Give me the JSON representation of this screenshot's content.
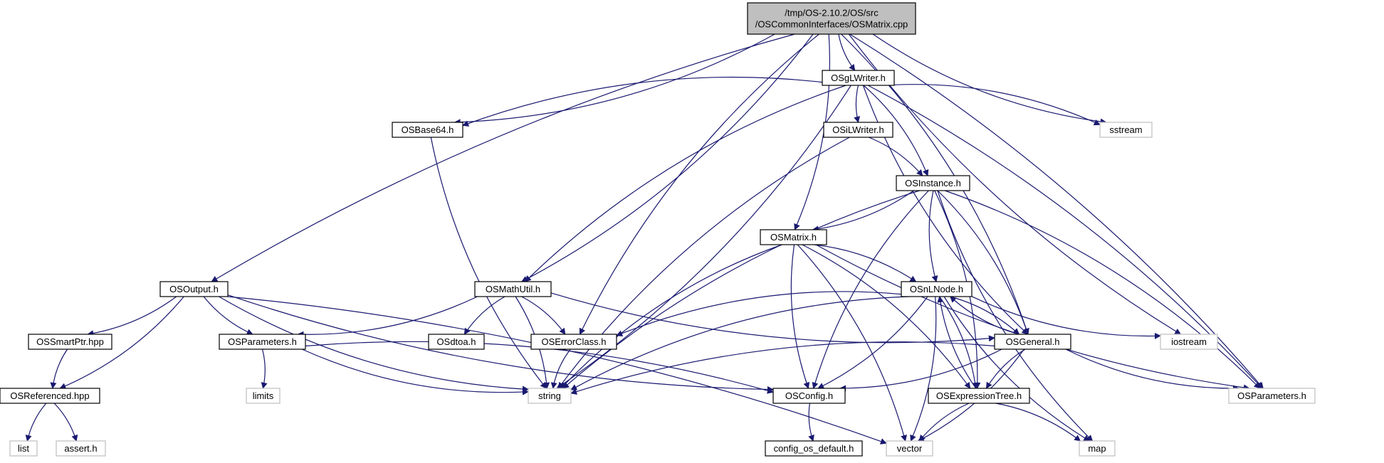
{
  "graph": {
    "colors": {
      "edge": "#191970",
      "node_border": "#000000",
      "node_border_external": "#bfbfbf",
      "root_fill": "#bfbfbf",
      "node_fill": "#ffffff"
    },
    "nodes": [
      {
        "id": "root",
        "label": "/tmp/OS-2.10.2/OS/src\n/OSCommonInterfaces/OSMatrix.cpp",
        "kind": "root"
      },
      {
        "id": "OSgLWriter_h",
        "label": "OSgLWriter.h",
        "kind": "internal"
      },
      {
        "id": "OSBase64_h",
        "label": "OSBase64.h",
        "kind": "internal"
      },
      {
        "id": "sstream",
        "label": "sstream",
        "kind": "external"
      },
      {
        "id": "OSiLWriter_h",
        "label": "OSiLWriter.h",
        "kind": "internal"
      },
      {
        "id": "OSInstance_h",
        "label": "OSInstance.h",
        "kind": "internal"
      },
      {
        "id": "OSMatrix_h",
        "label": "OSMatrix.h",
        "kind": "internal"
      },
      {
        "id": "OSOutput_h",
        "label": "OSOutput.h",
        "kind": "internal"
      },
      {
        "id": "OSMathUtil_h",
        "label": "OSMathUtil.h",
        "kind": "internal"
      },
      {
        "id": "OSnLNode_h",
        "label": "OSnLNode.h",
        "kind": "internal"
      },
      {
        "id": "OSSmartPtr_hpp",
        "label": "OSSmartPtr.hpp",
        "kind": "internal"
      },
      {
        "id": "OSParameters_h_l",
        "label": "OSParameters.h",
        "kind": "internal"
      },
      {
        "id": "OSdtoa_h",
        "label": "OSdtoa.h",
        "kind": "internal"
      },
      {
        "id": "OSErrorClass_h",
        "label": "OSErrorClass.h",
        "kind": "internal"
      },
      {
        "id": "OSGeneral_h",
        "label": "OSGeneral.h",
        "kind": "internal"
      },
      {
        "id": "iostream",
        "label": "iostream",
        "kind": "external"
      },
      {
        "id": "OSParameters_h_r",
        "label": "OSParameters.h",
        "kind": "external"
      },
      {
        "id": "OSReferenced_hpp",
        "label": "OSReferenced.hpp",
        "kind": "internal"
      },
      {
        "id": "limits",
        "label": "limits",
        "kind": "external"
      },
      {
        "id": "string",
        "label": "string",
        "kind": "external"
      },
      {
        "id": "OSConfig_h",
        "label": "OSConfig.h",
        "kind": "internal"
      },
      {
        "id": "OSExpressionTree_h",
        "label": "OSExpressionTree.h",
        "kind": "internal"
      },
      {
        "id": "list",
        "label": "list",
        "kind": "external"
      },
      {
        "id": "assert_h",
        "label": "assert.h",
        "kind": "external"
      },
      {
        "id": "config_os_default_h",
        "label": "config_os_default.h",
        "kind": "internal"
      },
      {
        "id": "vector",
        "label": "vector",
        "kind": "external"
      },
      {
        "id": "map",
        "label": "map",
        "kind": "external"
      }
    ],
    "edges": [
      [
        "root",
        "OSgLWriter_h"
      ],
      [
        "root",
        "OSBase64_h"
      ],
      [
        "root",
        "sstream"
      ],
      [
        "root",
        "OSMatrix_h"
      ],
      [
        "root",
        "OSOutput_h"
      ],
      [
        "root",
        "OSMathUtil_h"
      ],
      [
        "root",
        "OSErrorClass_h"
      ],
      [
        "root",
        "OSGeneral_h"
      ],
      [
        "root",
        "iostream"
      ],
      [
        "root",
        "OSParameters_h_r"
      ],
      [
        "OSgLWriter_h",
        "OSBase64_h"
      ],
      [
        "OSgLWriter_h",
        "sstream"
      ],
      [
        "OSgLWriter_h",
        "OSiLWriter_h"
      ],
      [
        "OSgLWriter_h",
        "OSInstance_h"
      ],
      [
        "OSgLWriter_h",
        "OSMathUtil_h"
      ],
      [
        "OSgLWriter_h",
        "string"
      ],
      [
        "OSgLWriter_h",
        "OSGeneral_h"
      ],
      [
        "OSgLWriter_h",
        "OSParameters_h_r"
      ],
      [
        "OSBase64_h",
        "string"
      ],
      [
        "OSiLWriter_h",
        "OSInstance_h"
      ],
      [
        "OSiLWriter_h",
        "string"
      ],
      [
        "OSInstance_h",
        "OSMatrix_h"
      ],
      [
        "OSInstance_h",
        "OSnLNode_h"
      ],
      [
        "OSInstance_h",
        "OSGeneral_h"
      ],
      [
        "OSInstance_h",
        "OSConfig_h"
      ],
      [
        "OSInstance_h",
        "OSExpressionTree_h"
      ],
      [
        "OSInstance_h",
        "string"
      ],
      [
        "OSInstance_h",
        "OSParameters_h_r"
      ],
      [
        "OSInstance_h",
        "map"
      ],
      [
        "OSMatrix_h",
        "OSnLNode_h"
      ],
      [
        "OSMatrix_h",
        "OSConfig_h"
      ],
      [
        "OSMatrix_h",
        "OSExpressionTree_h"
      ],
      [
        "OSMatrix_h",
        "string"
      ],
      [
        "OSMatrix_h",
        "vector"
      ],
      [
        "OSMatrix_h",
        "OSParameters_h_r"
      ],
      [
        "OSOutput_h",
        "OSSmartPtr_hpp"
      ],
      [
        "OSOutput_h",
        "OSParameters_h_l"
      ],
      [
        "OSOutput_h",
        "OSReferenced_hpp"
      ],
      [
        "OSOutput_h",
        "string"
      ],
      [
        "OSOutput_h",
        "vector"
      ],
      [
        "OSOutput_h",
        "OSConfig_h"
      ],
      [
        "OSMathUtil_h",
        "OSParameters_h_l"
      ],
      [
        "OSMathUtil_h",
        "OSdtoa_h"
      ],
      [
        "OSMathUtil_h",
        "OSErrorClass_h"
      ],
      [
        "OSMathUtil_h",
        "OSGeneral_h"
      ],
      [
        "OSMathUtil_h",
        "string"
      ],
      [
        "OSnLNode_h",
        "OSErrorClass_h"
      ],
      [
        "OSnLNode_h",
        "OSGeneral_h"
      ],
      [
        "OSnLNode_h",
        "iostream"
      ],
      [
        "OSnLNode_h",
        "OSConfig_h"
      ],
      [
        "OSnLNode_h",
        "string"
      ],
      [
        "OSnLNode_h",
        "vector"
      ],
      [
        "OSnLNode_h",
        "map"
      ],
      [
        "OSnLNode_h",
        "OSExpressionTree_h"
      ],
      [
        "OSSmartPtr_hpp",
        "OSReferenced_hpp"
      ],
      [
        "OSParameters_h_l",
        "limits"
      ],
      [
        "OSParameters_h_l",
        "string"
      ],
      [
        "OSParameters_h_l",
        "OSConfig_h"
      ],
      [
        "OSErrorClass_h",
        "string"
      ],
      [
        "OSGeneral_h",
        "OSnLNode_h"
      ],
      [
        "OSGeneral_h",
        "string"
      ],
      [
        "OSGeneral_h",
        "OSConfig_h"
      ],
      [
        "OSGeneral_h",
        "OSExpressionTree_h"
      ],
      [
        "OSGeneral_h",
        "vector"
      ],
      [
        "OSGeneral_h",
        "OSParameters_h_r"
      ],
      [
        "OSExpressionTree_h",
        "OSnLNode_h"
      ],
      [
        "OSExpressionTree_h",
        "vector"
      ],
      [
        "OSExpressionTree_h",
        "map"
      ],
      [
        "OSReferenced_hpp",
        "list"
      ],
      [
        "OSReferenced_hpp",
        "assert_h"
      ],
      [
        "OSConfig_h",
        "config_os_default_h"
      ]
    ]
  }
}
